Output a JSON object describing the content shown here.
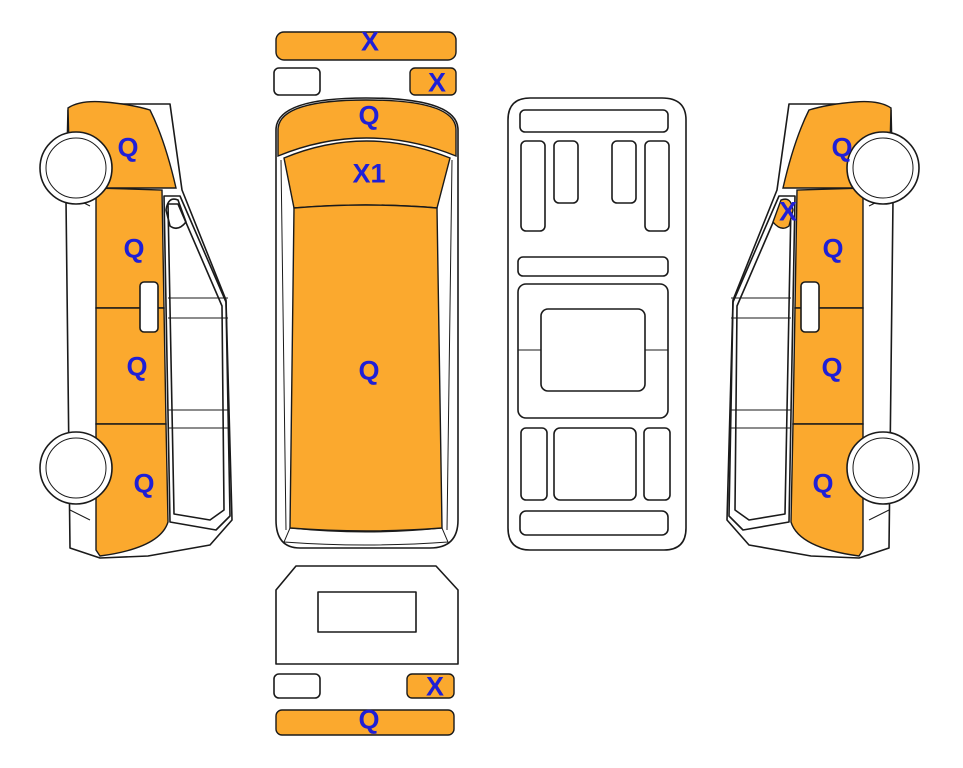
{
  "colors": {
    "damaged_fill": "#FBA92E",
    "outline": "#1A1A1A",
    "mark_text": "#1F1FD6",
    "background": "#FFFFFF"
  },
  "marks": {
    "front_bumper": "X",
    "front_right_light": "X",
    "hood": "Q",
    "windshield": "X1",
    "roof": "Q",
    "rear_right_light": "X",
    "rear_bumper": "Q",
    "left_front_fender": "Q",
    "left_front_door": "Q",
    "left_sliding_door": "Q",
    "left_rear_quarter": "Q",
    "right_front_fender": "Q",
    "right_mirror": "X",
    "right_front_door": "Q",
    "right_sliding_door": "Q",
    "right_rear_quarter": "Q"
  }
}
